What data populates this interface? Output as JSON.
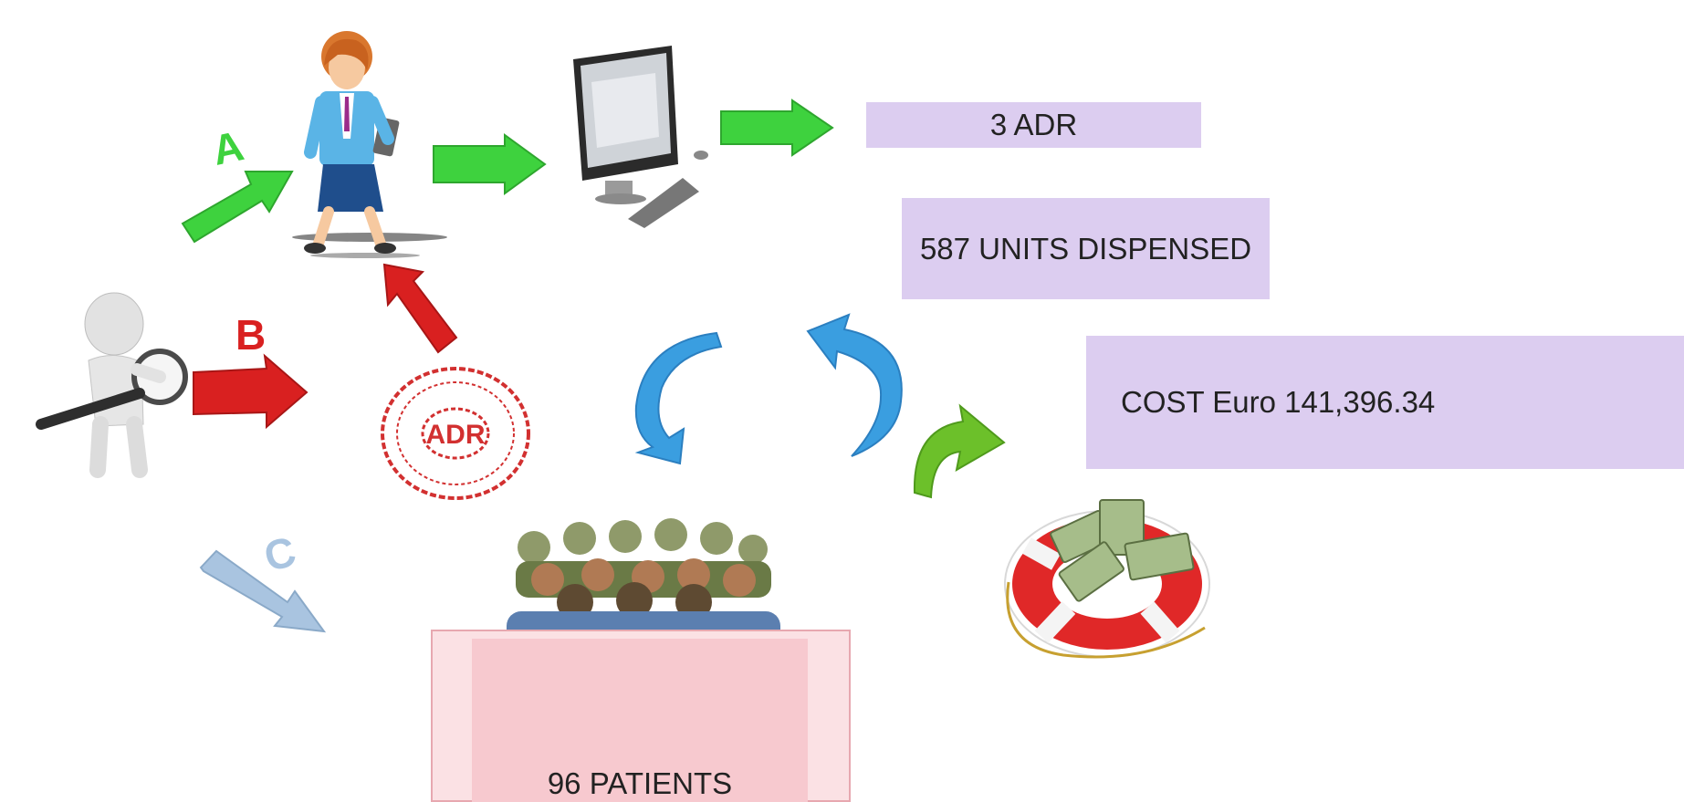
{
  "labels": {
    "adr_count": "3 ADR",
    "units_dispensed": "587 UNITS DISPENSED",
    "cost": "COST Euro 141,396.34",
    "patients": "96 PATIENTS"
  },
  "paths": {
    "a": "A",
    "b": "B",
    "c": "C"
  },
  "stamp_text": "ADR",
  "colors": {
    "box_fill": "#dccdf0",
    "patients_box": "#f7c9cf",
    "path_a": "#3ed23e",
    "path_b": "#d92020",
    "path_c": "#a9c4e0",
    "cycle_arrow": "#3a9ee0",
    "green_curve": "#6cc02a"
  },
  "icons": [
    "magnifier-person-icon",
    "businesswoman-icon",
    "computer-icon",
    "adr-stamp-icon",
    "patients-group-icon",
    "money-lifebuoy-icon"
  ]
}
